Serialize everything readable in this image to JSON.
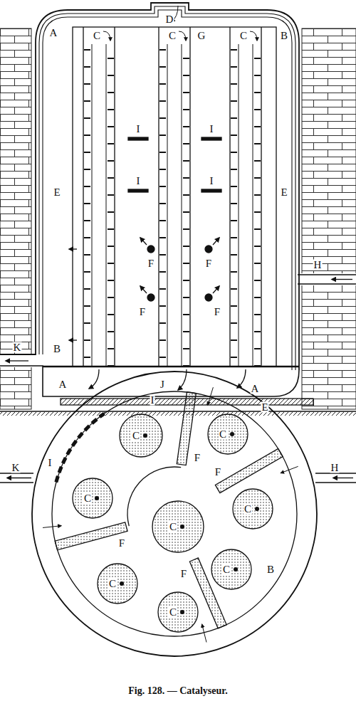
{
  "diagram": {
    "caption": "Fig. 128. — Catalyseur.",
    "labels": [
      "A",
      "D",
      "B",
      "C",
      "C",
      "G",
      "C",
      "I",
      "I",
      "I",
      "I",
      "E",
      "E",
      "F",
      "F",
      "F",
      "F",
      "H",
      "B",
      "J",
      "K",
      "A",
      "A",
      "I",
      "E",
      "K",
      "H",
      "I",
      "C",
      "C",
      "C",
      "C",
      "C",
      "C",
      "C",
      "C",
      "F",
      "F",
      "F",
      "F",
      "B"
    ]
  }
}
